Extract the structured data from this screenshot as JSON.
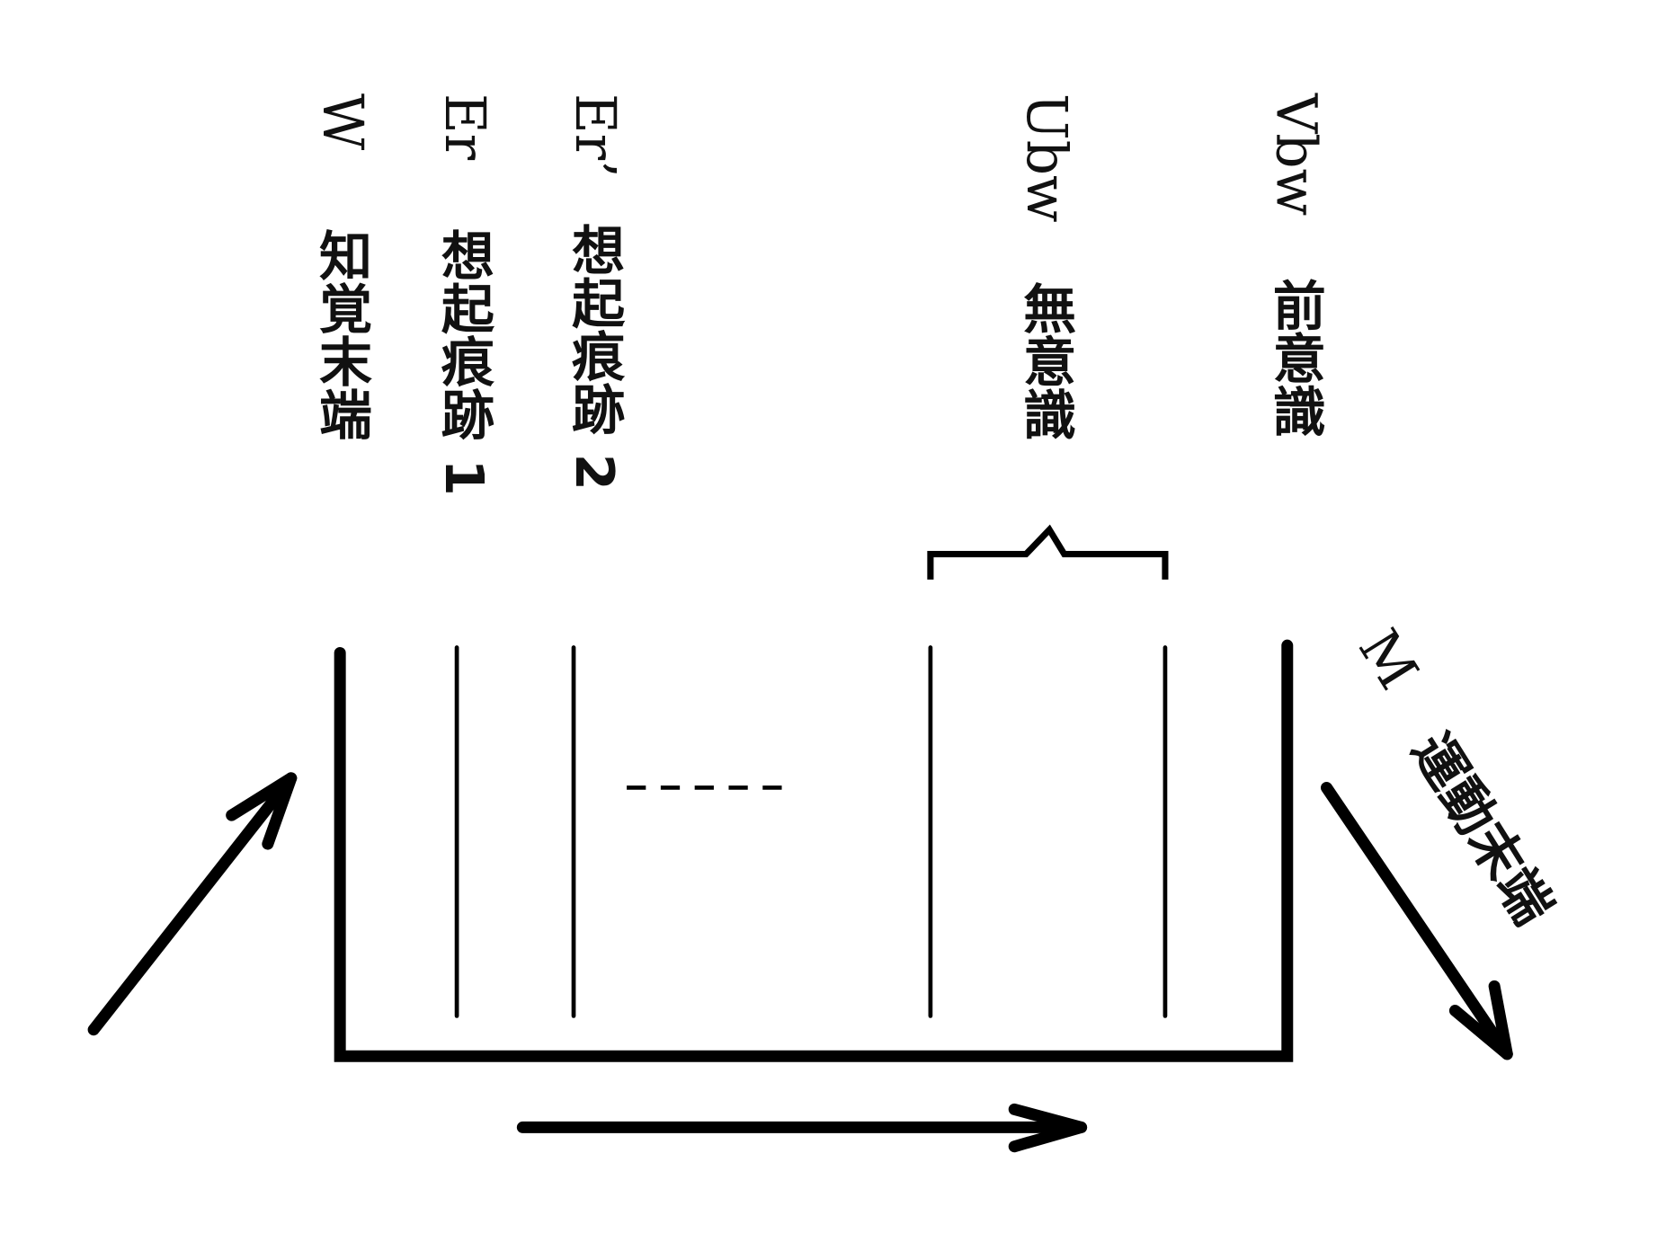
{
  "labels": {
    "w": {
      "abbr": "W",
      "name": "知覚末端"
    },
    "er1": {
      "abbr": "Er",
      "name": "想起痕跡 1"
    },
    "er2": {
      "abbr": "Er’",
      "name": "想起痕跡 2"
    },
    "ubw": {
      "abbr": "Ubw",
      "name": "無意識"
    },
    "vbw": {
      "abbr": "Vbw",
      "name": "前意識"
    },
    "m": {
      "abbr": "M",
      "name": "運動末端"
    }
  },
  "colors": {
    "ink": "#000000",
    "background": "#ffffff"
  }
}
